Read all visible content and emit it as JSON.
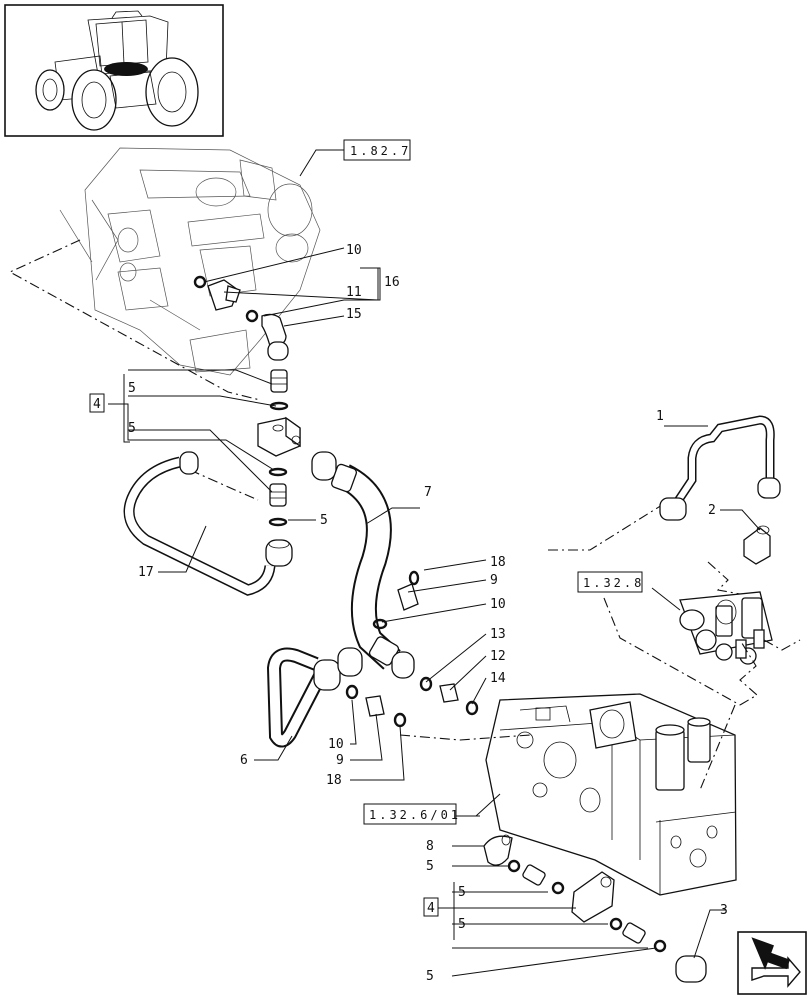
{
  "callouts": {
    "c1": "1",
    "c2": "2",
    "c3": "3",
    "c4a": "4",
    "c4b": "4",
    "c5a": "5",
    "c5b": "5",
    "c5c": "5",
    "c5d": "5",
    "c5e": "5",
    "c5f": "5",
    "c5g": "5",
    "c6": "6",
    "c7": "7",
    "c8": "8",
    "c9a": "9",
    "c9b": "9",
    "c10a": "10",
    "c10b": "10",
    "c10c": "10",
    "c11": "11",
    "c12": "12",
    "c13": "13",
    "c14": "14",
    "c15": "15",
    "c16": "16",
    "c17": "17",
    "c18a": "18",
    "c18b": "18"
  },
  "references": {
    "r1": "1.82.7",
    "r2": "1.32.8",
    "r3": "1.32.6/01"
  },
  "icons": {
    "thumbnail": "tractor-thumbnail-icon",
    "navigation": "next-page-arrow-icon"
  }
}
